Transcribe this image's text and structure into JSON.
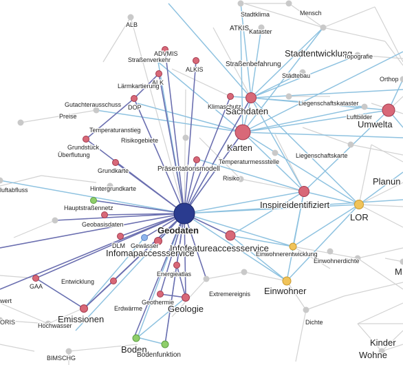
{
  "colors": {
    "node_red": "#d86878",
    "node_red_stroke": "#a23a4e",
    "node_hub": "#2a3b8f",
    "node_yellow": "#f0c35a",
    "node_green": "#8fce6a",
    "node_blue": "#8fb4ec",
    "node_grey": "#c9c9c9",
    "link_hub": "#6b6fb0",
    "link_blue": "#8ec2e0",
    "link_grey": "#d2d2d2"
  },
  "labels": {
    "alb": "ALB",
    "stadtklima": "Stadtklima",
    "mensch": "Mensch",
    "atkis": "ATKIS",
    "kataster": "Kataster",
    "advmis": "ADVMIS",
    "strassenverkehr": "Straßenverkehr",
    "alkis": "ALKIS",
    "stadtentwicklung": "Stadtentwicklung",
    "topografie": "Topografie",
    "strassenbefahrung": "Straßenbefahrung",
    "staedtebau": "Städtebau",
    "alk": "ALK",
    "laermkartierung": "Lärmkartierung",
    "orthophoto": "Orthop",
    "gutachterausschuss": "Gutachterausschuss",
    "dop": "DOP",
    "klimaschutz": "Klimaschutz",
    "sachdaten": "Sachdaten",
    "liegenschaftskataster": "Liegenschaftskataster",
    "preise": "Preise",
    "luftbilder": "Luftbilder",
    "umwelt": "Umwelta",
    "temperaturanstieg": "Temperaturanstieg",
    "risikogebiete": "Risikogebiete",
    "karten": "Karten",
    "grundstueck": "Grundstück",
    "ueberflutung": "Überflutung",
    "liegenschaftskarte": "Liegenschaftskarte",
    "temperaturmessstelle": "Temperaturmessstelle",
    "grundkarte": "Grundkarte",
    "praesentationsmodell": "Präsentationsmodell",
    "risiko": "Risiko",
    "planung": "Planun",
    "luftabfluss": "luftabfluss",
    "hintergrundkarte": "Hintergrundkarte",
    "inspireidentifiziert": "Inspireidentifiziert",
    "hauptstrassennetz": "Hauptstraßennetz",
    "lor": "LOR",
    "geobasisdaten": "Geobasisdaten",
    "geodaten": "Geodaten",
    "dlm": "DLM",
    "gewaesser": "Gewässer",
    "infofeatureaccessservice": "Infofeatureaccessservice",
    "infomapaccessservice": "Infomapaccessservice",
    "einwohnerentwicklung": "Einwohnerentwicklung",
    "einwohnerdichte": "Einwohnerdichte",
    "energieatlas": "Energieatlas",
    "gaa": "GAA",
    "entwicklung": "Entwicklung",
    "m": "M",
    "extremereignis": "Extremereignis",
    "einwohner": "Einwohner",
    "wert": "wert",
    "geothermie": "Geothermie",
    "erdwaerme": "Erdwärme",
    "geologie": "Geologie",
    "oris": "ORIS",
    "hochwasser": "Hochwasser",
    "emissionen": "Emissionen",
    "dichte": "Dichte",
    "boden": "Boden",
    "bodenfunktion": "Bodenfunktion",
    "kinder": "Kinder",
    "bimschg": "BIMSCHG",
    "wohnen": "Wohne"
  }
}
